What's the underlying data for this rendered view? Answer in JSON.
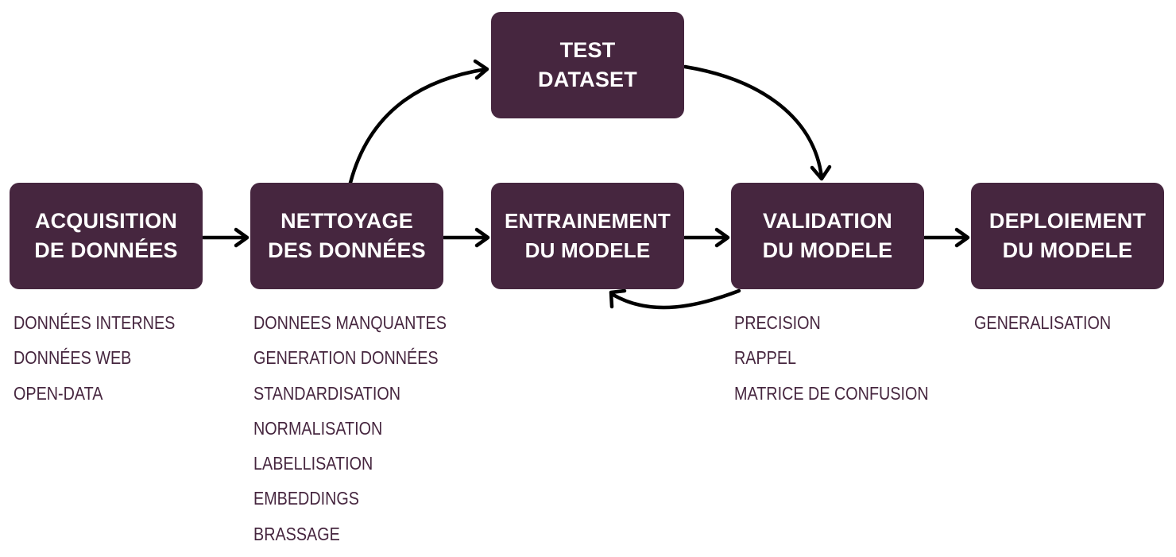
{
  "colors": {
    "box_fill": "#46263f",
    "box_text": "#ffffff",
    "list_text": "#46263f",
    "arrow": "#000000"
  },
  "steps": {
    "acquisition": {
      "line1": "ACQUISITION",
      "line2": "DE DONNÉES"
    },
    "nettoyage": {
      "line1": "NETTOYAGE",
      "line2": "DES DONNÉES"
    },
    "entrainement": {
      "line1": "ENTRAINEMENT",
      "line2": "DU MODELE"
    },
    "validation": {
      "line1": "VALIDATION",
      "line2": "DU MODELE"
    },
    "deploiement": {
      "line1": "DEPLOIEMENT",
      "line2": "DU MODELE"
    },
    "test_dataset": {
      "line1": "TEST",
      "line2": "DATASET"
    }
  },
  "details": {
    "acquisition": [
      "DONNÉES INTERNES",
      "DONNÉES WEB",
      "OPEN-DATA"
    ],
    "nettoyage": [
      "DONNEES MANQUANTES",
      "GENERATION DONNÉES",
      "STANDARDISATION",
      "NORMALISATION",
      "LABELLISATION",
      "EMBEDDINGS",
      "BRASSAGE"
    ],
    "validation": [
      "PRECISION",
      "RAPPEL",
      "MATRICE DE CONFUSION"
    ],
    "deploiement": [
      "GENERALISATION"
    ]
  }
}
